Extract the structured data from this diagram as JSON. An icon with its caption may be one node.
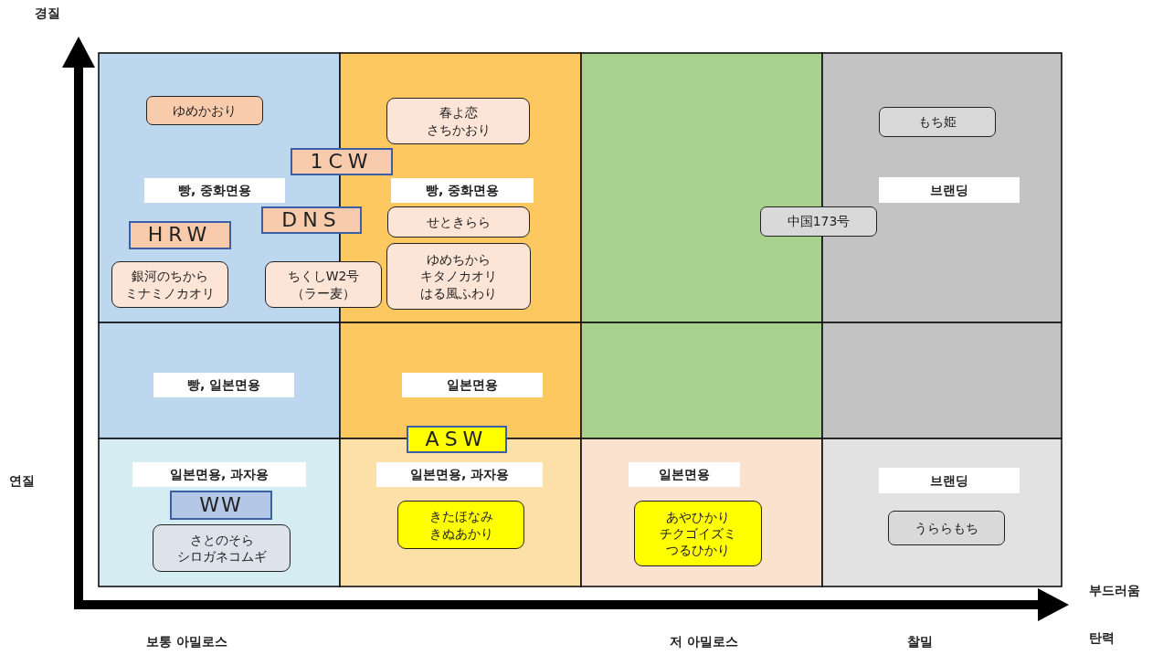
{
  "diagram": {
    "nodes": [
      {
        "text": [
          "ゆめかおり"
        ]
      },
      {
        "text": [
          "春よ恋",
          "さちかおり"
        ]
      },
      {
        "text": [
          "もち姫"
        ]
      },
      {
        "text": [
          "1CW"
        ]
      },
      {
        "text": [
          "빵, 중화면용"
        ]
      },
      {
        "text": [
          "빵, 중화면용"
        ]
      },
      {
        "text": [
          "브랜딩"
        ]
      },
      {
        "text": [
          "DNS"
        ]
      },
      {
        "text": [
          "せときらら"
        ]
      },
      {
        "text": [
          "中国173号"
        ]
      },
      {
        "text": [
          "HRW"
        ]
      },
      {
        "text": [
          "銀河のちから",
          "ミナミノカオリ"
        ]
      },
      {
        "text": [
          "ちくしW2号",
          "（ラー麦）"
        ]
      },
      {
        "text": [
          "ゆめちから",
          "キタノカオリ",
          "はる風ふわり"
        ]
      },
      {
        "text": [
          "빵, 일본면용"
        ]
      },
      {
        "text": [
          "일본면용"
        ]
      },
      {
        "text": [
          "ASW"
        ]
      },
      {
        "text": [
          "일본면용, 과자용"
        ]
      },
      {
        "text": [
          "일본면용, 과자용"
        ]
      },
      {
        "text": [
          "일본면용"
        ]
      },
      {
        "text": [
          "브랜딩"
        ]
      },
      {
        "text": [
          "WW"
        ]
      },
      {
        "text": [
          "きたほなみ",
          "きぬあかり"
        ]
      },
      {
        "text": [
          "あやひかり",
          "チクゴイズミ",
          "つるひかり"
        ]
      },
      {
        "text": [
          "さとのそら",
          "シロガネコムギ"
        ]
      },
      {
        "text": [
          "うららもち"
        ]
      }
    ],
    "labels": [
      "경질",
      "연질",
      "부드러움",
      "탄력",
      "보통 아밀로스",
      "저 아밀로스",
      "찰밀"
    ]
  }
}
